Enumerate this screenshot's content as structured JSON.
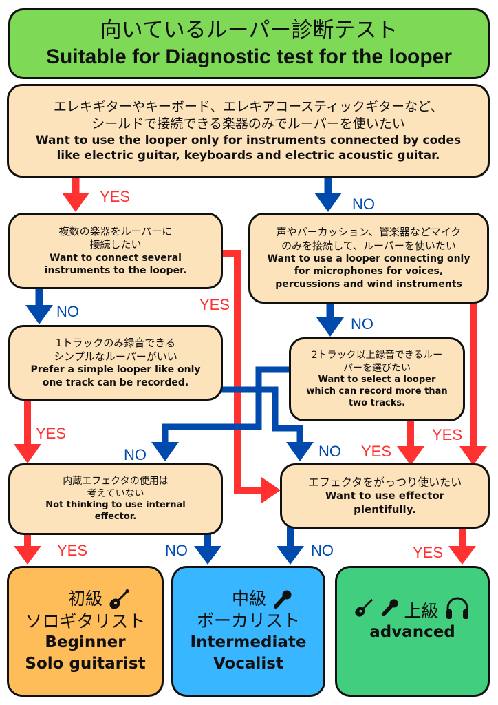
{
  "title": {
    "jp": "向いているルーパー診断テスト",
    "en": "Suitable for Diagnostic test for the looper"
  },
  "colors": {
    "yes": "#ff3131",
    "no": "#004aad",
    "title_bg": "#7ed957",
    "question_bg": "#fde3bb",
    "beginner_bg": "#ffbd59",
    "intermediate_bg": "#38b6ff",
    "advanced_bg": "#41cf7f"
  },
  "questions": {
    "q1": {
      "jp_line1": "エレキギターやキーボード、エレキアコースティックギターなど、",
      "jp_line2": "シールドで接続できる楽器のみでルーパーを使いたい",
      "en_line1": "Want to use the looper only for instruments connected by codes",
      "en_line2": "like electric guitar, keyboards and electric acoustic guitar."
    },
    "q2": {
      "jp_line1": "複数の楽器をルーパーに",
      "jp_line2": "接続したい",
      "en_line1": "Want to connect several",
      "en_line2": "instruments to the looper."
    },
    "q3": {
      "jp_line1": "声やパーカッション、管楽器などマイク",
      "jp_line2": "のみを接続して、ルーパーを使いたい",
      "en_line1": "Want to use a looper connecting only",
      "en_line2": "for microphones for voices,",
      "en_line3": "percussions and wind instruments"
    },
    "q4": {
      "jp_line1": "1トラックのみ録音できる",
      "jp_line2": "シンプルなルーパーがいい",
      "en_line1": "Prefer a simple looper like only",
      "en_line2": "one track can be recorded."
    },
    "q5": {
      "jp_line1": "2トラック以上録音できるルー",
      "jp_line2": "パーを選びたい",
      "en_line1": "Want to select a looper",
      "en_line2": "which can record more than",
      "en_line3": "two tracks."
    },
    "q6": {
      "jp_line1": "内蔵エフェクタの使用は",
      "jp_line2": "考えていない",
      "en_line1": "Not thinking to use internal",
      "en_line2": "effector."
    },
    "q7": {
      "jp_line1": "エフェクタをがっつり使いたい",
      "en_line1": "Want to use effector",
      "en_line2": "plentifully."
    }
  },
  "results": {
    "beginner": {
      "jp_level": "初級",
      "jp_role": "ソロギタリスト",
      "en_level": "Beginner",
      "en_role": "Solo guitarist",
      "icons": [
        "guitar-icon"
      ]
    },
    "intermediate": {
      "jp_level": "中級",
      "jp_role": "ボーカリスト",
      "en_level": "Intermediate",
      "en_role": "Vocalist",
      "icons": [
        "microphone-icon"
      ]
    },
    "advanced": {
      "jp_level": "上級",
      "en_level": "advanced",
      "icons": [
        "guitar-icon",
        "microphone-icon",
        "headphones-icon"
      ]
    }
  },
  "labels": {
    "yes": "YES",
    "no": "NO"
  }
}
